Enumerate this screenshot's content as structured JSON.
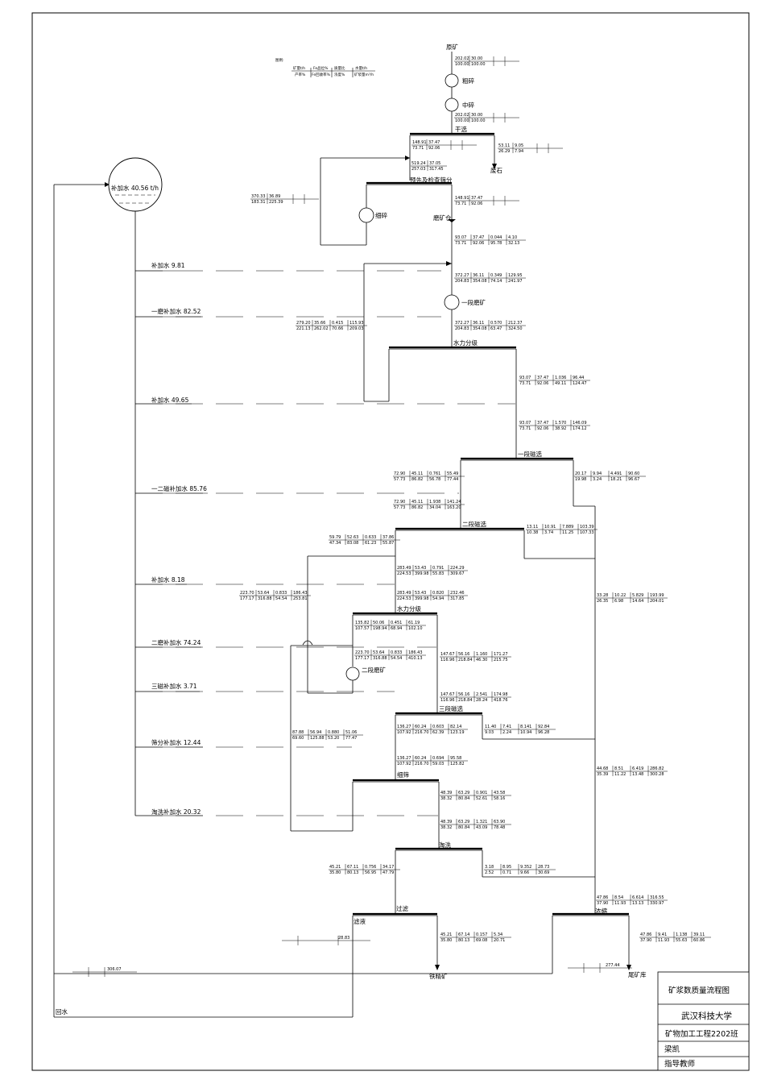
{
  "legend": {
    "title": "图例:",
    "row1": [
      "矿量t/h",
      "Fe品位%",
      "质量比",
      "水量t/h"
    ],
    "row2": [
      "产率%",
      "Fe回收率%",
      "浓度%",
      "矿浆量m³/h"
    ]
  },
  "nodes": {
    "raw_ore": "原矿",
    "coarse_crush": "粗碎",
    "medium_crush": "中碎",
    "dry_sep": "干选",
    "waste_rock": "废石",
    "pre_screen": "预先及检查筛分",
    "fine_crush": "细碎",
    "mill_bin": "磨矿仓",
    "mill1": "一段磨矿",
    "hydrocyclone": "水力分级",
    "mag1": "一段磁选",
    "mag2": "二段磁选",
    "hydro2": "水力分级",
    "mill2": "二段磨矿",
    "mag3": "三段磁选",
    "fine_screen": "细筛",
    "elutriation": "淘洗",
    "filter": "过滤",
    "filtrate": "滤液",
    "concentrate": "铁精矿",
    "thickener": "浓缩",
    "tailings": "尾矿库",
    "return_water": "回水"
  },
  "water": {
    "tank": "补加水 40.56 t/h",
    "w1": "补加水 9.81",
    "w2": "一磨补加水 82.52",
    "w3": "补加水 49.65",
    "w4": "一二磁补加水 85.76",
    "w5": "补加水 8.18",
    "w6": "二磨补加水 74.24",
    "w7": "三磁补加水 3.71",
    "w8": "筛分补加水 12.44",
    "w9": "淘洗补加水 20.32"
  },
  "values": {
    "raw1": [
      "202.02",
      "30.00",
      "100.00",
      "100.00"
    ],
    "cr1": [
      "202.02",
      "30.00",
      "100.00",
      "100.00"
    ],
    "dry_conc": [
      "148.91",
      "37.47",
      "73.71",
      "92.06"
    ],
    "waste": [
      "53.11",
      "9.05",
      "26.29",
      "7.94"
    ],
    "scr_feed": [
      "519.24",
      "37.05",
      "257.03",
      "317.45"
    ],
    "crush_ret": [
      "370.33",
      "36.89",
      "183.31",
      "225.39"
    ],
    "scr_under": [
      "148.91",
      "37.47",
      "73.71",
      "92.06"
    ],
    "mill_feed": [
      "93.07",
      "37.47",
      "0.044",
      "4.10",
      "73.71",
      "92.06",
      "95.78",
      "32.13"
    ],
    "mill1_in": [
      "372.27",
      "36.11",
      "0.349",
      "129.95",
      "204.83",
      "354.08",
      "74.14",
      "241.97"
    ],
    "mill1_out": [
      "372.27",
      "36.11",
      "0.570",
      "212.37",
      "204.83",
      "354.08",
      "63.47",
      "324.50"
    ],
    "cyc_under": [
      "279.20",
      "35.66",
      "0.415",
      "115.93",
      "221.13",
      "262.02",
      "70.66",
      "209.03"
    ],
    "cyc_over": [
      "93.07",
      "37.47",
      "1.036",
      "96.44",
      "73.71",
      "92.06",
      "49.11",
      "124.47"
    ],
    "mag1_feed": [
      "93.07",
      "37.47",
      "1.570",
      "146.09",
      "73.71",
      "92.06",
      "38.92",
      "174.12"
    ],
    "mag1_tail": [
      "20.17",
      "9.94",
      "4.491",
      "90.60",
      "19.98",
      "3.24",
      "18.21",
      "96.67"
    ],
    "mag1_conc": [
      "72.90",
      "45.11",
      "0.761",
      "55.49",
      "57.73",
      "86.82",
      "56.78",
      "77.44"
    ],
    "mag2_feed": [
      "72.90",
      "45.11",
      "1.938",
      "141.24",
      "57.73",
      "86.82",
      "34.04",
      "163.20"
    ],
    "mag2_conc": [
      "59.79",
      "52.63",
      "0.633",
      "37.86",
      "47.34",
      "83.08",
      "61.23",
      "55.87"
    ],
    "mag2_tail": [
      "13.11",
      "10.91",
      "7.889",
      "103.39",
      "10.38",
      "3.74",
      "11.25",
      "107.33"
    ],
    "hyd2_feed": [
      "283.49",
      "53.43",
      "0.791",
      "224.29",
      "224.53",
      "399.98",
      "55.83",
      "309.67"
    ],
    "hyd2_feed2": [
      "283.49",
      "53.43",
      "0.820",
      "232.46",
      "224.53",
      "399.98",
      "54.94",
      "317.85"
    ],
    "mill2_ret": [
      "223.70",
      "53.64",
      "0.833",
      "186.43",
      "177.17",
      "316.88",
      "54.54",
      "253.81"
    ],
    "tail_a": [
      "33.28",
      "10.22",
      "5.829",
      "193.99",
      "26.35",
      "6.98",
      "14.64",
      "204.01"
    ],
    "hyd2_under": [
      "135.82",
      "50.06",
      "0.451",
      "61.19",
      "107.57",
      "198.94",
      "68.94",
      "102.10"
    ],
    "mill2_out": [
      "223.70",
      "53.64",
      "0.833",
      "186.43",
      "177.17",
      "316.88",
      "54.54",
      "410.13"
    ],
    "hyd2_over": [
      "147.67",
      "56.16",
      "1.160",
      "171.27",
      "116.96",
      "218.84",
      "46.30",
      "215.75"
    ],
    "mag3_feed": [
      "147.67",
      "56.16",
      "2.541",
      "174.98",
      "116.96",
      "218.84",
      "28.24",
      "418.76"
    ],
    "mag3_conc": [
      "136.27",
      "60.24",
      "0.603",
      "82.14",
      "107.92",
      "216.70",
      "62.39",
      "123.19"
    ],
    "mag3_tail": [
      "11.40",
      "7.41",
      "8.141",
      "92.84",
      "9.03",
      "2.24",
      "10.94",
      "96.28"
    ],
    "scr_ret": [
      "87.88",
      "56.94",
      "0.880",
      "51.06",
      "69.60",
      "125.88",
      "53.20",
      "77.47"
    ],
    "fscr_feed": [
      "136.27",
      "60.24",
      "0.694",
      "95.58",
      "107.92",
      "216.70",
      "59.03",
      "125.82"
    ],
    "fscr_pass": [
      "48.39",
      "63.29",
      "0.901",
      "43.58",
      "38.32",
      "80.84",
      "52.61",
      "58.16"
    ],
    "elu_feed": [
      "48.39",
      "63.29",
      "1.321",
      "63.90",
      "38.32",
      "80.84",
      "43.09",
      "78.48"
    ],
    "elu_conc": [
      "45.21",
      "67.11",
      "0.756",
      "34.17",
      "35.80",
      "80.13",
      "56.95",
      "47.79"
    ],
    "elu_tail": [
      "3.18",
      "8.95",
      "9.352",
      "28.73",
      "2.52",
      "0.71",
      "9.66",
      "30.69"
    ],
    "tail_b": [
      "44.68",
      "8.51",
      "6.419",
      "286.82",
      "35.39",
      "11.22",
      "13.48",
      "300.28"
    ],
    "thick_in": [
      "47.86",
      "8.54",
      "6.614",
      "316.55",
      "37.90",
      "11.93",
      "13.13",
      "330.97"
    ],
    "conc_out": [
      "45.21",
      "67.14",
      "0.157",
      "5.34",
      "35.80",
      "80.13",
      "69.08",
      "20.71"
    ],
    "tail_out": [
      "47.86",
      "9.41",
      "1.138",
      "39.11",
      "37.90",
      "11.93",
      "55.63",
      "60.86"
    ],
    "filtrate_water": [
      "28.83"
    ],
    "overflow_water": [
      "277.44"
    ],
    "return_water": [
      "306.07"
    ]
  },
  "title_block": {
    "drawing_name": "矿浆数质量流程图",
    "school": "武汉科技大学",
    "class": "矿物加工工程2202班",
    "author": "梁凯",
    "advisor": "指导教师"
  }
}
